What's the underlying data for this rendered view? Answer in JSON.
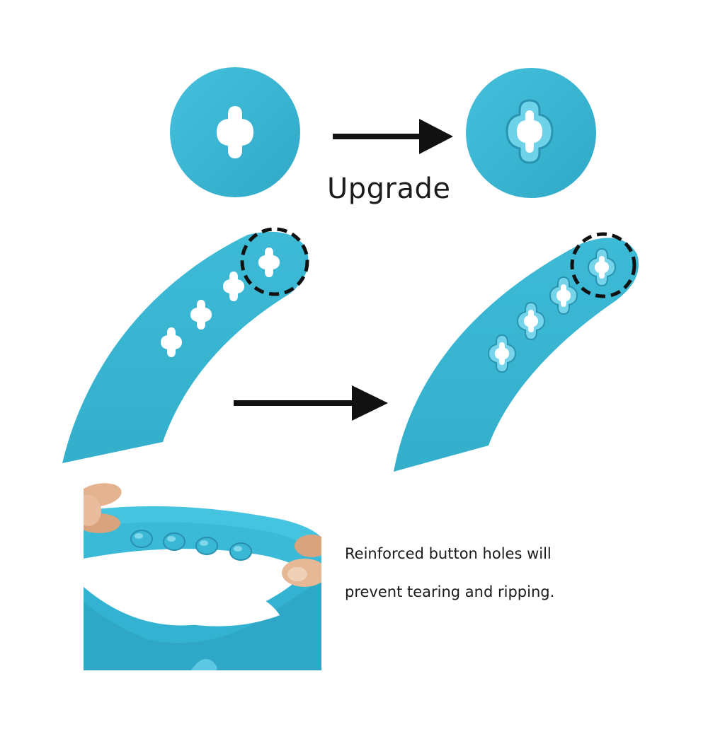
{
  "upgrade_label": "Upgrade",
  "caption": {
    "line1": "Reinforced button holes will",
    "line2": "prevent tearing and ripping."
  },
  "colors": {
    "silicone_blue": "#3BB6D3",
    "silicone_blue_dark": "#2A9DBB",
    "arrow": "#111111",
    "skin": "#E3B28E"
  }
}
